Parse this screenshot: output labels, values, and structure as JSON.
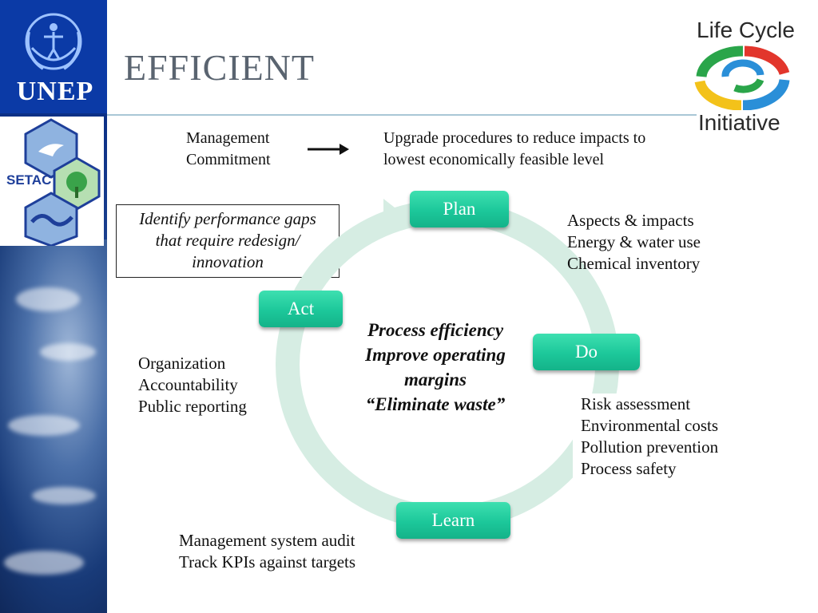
{
  "title": "EFFICIENT",
  "logos": {
    "unep": "UNEP",
    "setac": "SETAC",
    "life_cycle_top": "Life Cycle",
    "life_cycle_bottom": "Initiative"
  },
  "top": {
    "left_line1": "Management",
    "left_line2": "Commitment",
    "right_line1": "Upgrade procedures to reduce impacts to",
    "right_line2": "lowest economically feasible level"
  },
  "box": {
    "line1": "Identify performance gaps",
    "line2": "that require redesign/",
    "line3": "innovation"
  },
  "cycle": {
    "plan": "Plan",
    "do": "Do",
    "learn": "Learn",
    "act": "Act",
    "center": [
      "Process efficiency",
      "Improve operating",
      "margins",
      "“Eliminate waste”"
    ]
  },
  "plan_notes": [
    "Aspects & impacts",
    "Energy & water use",
    "Chemical inventory"
  ],
  "do_notes": [
    "Risk assessment",
    "Environmental costs",
    "Pollution prevention",
    "Process safety"
  ],
  "act_notes": [
    "Organization",
    "Accountability",
    "Public reporting"
  ],
  "learn_notes": [
    "Management system audit",
    "Track KPIs against targets"
  ],
  "colors": {
    "node": "#1cc79a",
    "cycle_arrow": "#d6ede3",
    "title": "#5a6470",
    "unep_blue": "#0b3aa6"
  }
}
